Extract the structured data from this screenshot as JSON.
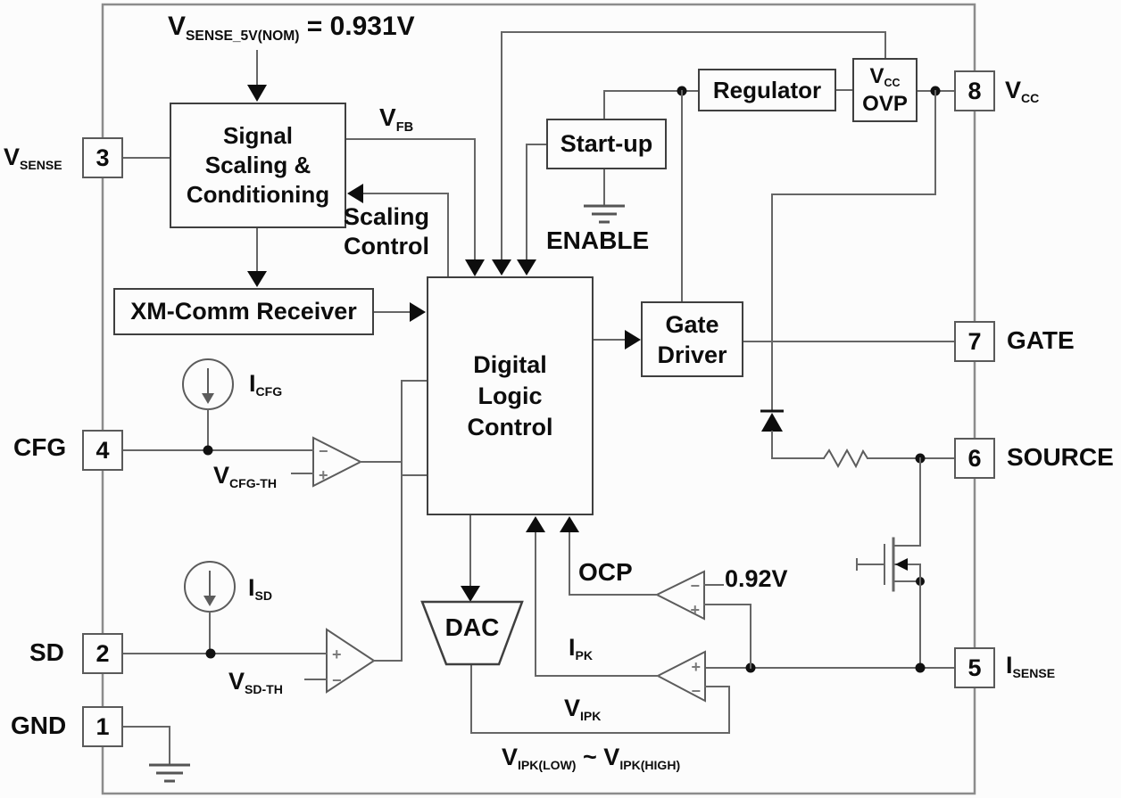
{
  "diagram": {
    "background": "#fcfcfc",
    "wire_color": "#666666",
    "block_border_color": "#3f3f3f",
    "text_color": "#0d0d0d"
  },
  "annotations": {
    "vsense_nom": {
      "main": "V",
      "sub": "SENSE_5V(NOM)",
      "rest": "= 0.931V"
    },
    "vfb": {
      "main": "V",
      "sub": "FB"
    },
    "scaling_control": {
      "line1": "Scaling",
      "line2": "Control"
    },
    "enable": "ENABLE",
    "ocp": "OCP",
    "ocp_ref": "0.92V",
    "ipk": {
      "main": "I",
      "sub": "PK"
    },
    "vipk": {
      "main": "V",
      "sub": "IPK"
    },
    "vipk_range": {
      "main1": "V",
      "sub1": "IPK(LOW)",
      "tilde": "~",
      "main2": "V",
      "sub2": "IPK(HIGH)"
    },
    "icfg": {
      "main": "I",
      "sub": "CFG"
    },
    "vcfg_th": {
      "main": "V",
      "sub": "CFG-TH"
    },
    "isd": {
      "main": "I",
      "sub": "SD"
    },
    "vsd_th": {
      "main": "V",
      "sub": "SD-TH"
    }
  },
  "blocks": {
    "signal_scaling": {
      "line1": "Signal",
      "line2": "Scaling &",
      "line3": "Conditioning"
    },
    "xm_comm": "XM-Comm Receiver",
    "dlc": {
      "line1": "Digital",
      "line2": "Logic",
      "line3": "Control"
    },
    "gate_driver": {
      "line1": "Gate",
      "line2": "Driver"
    },
    "startup": "Start-up",
    "regulator": "Regulator",
    "vcc_ovp": {
      "main": "V",
      "sub": "CC",
      "line2": "OVP"
    },
    "dac": "DAC"
  },
  "pins": {
    "p8": {
      "number": "8",
      "name": "V",
      "name_sub": "CC"
    },
    "p7": {
      "number": "7",
      "name": "GATE",
      "name_sub": ""
    },
    "p6": {
      "number": "6",
      "name": "SOURCE",
      "name_sub": ""
    },
    "p5": {
      "number": "5",
      "name": "I",
      "name_sub": "SENSE"
    },
    "p3": {
      "number": "3",
      "name": "V",
      "name_sub": "SENSE"
    },
    "p4": {
      "number": "4",
      "name": "CFG",
      "name_sub": ""
    },
    "p2": {
      "number": "2",
      "name": "SD",
      "name_sub": ""
    },
    "p1": {
      "number": "1",
      "name": "GND",
      "name_sub": ""
    }
  },
  "comparators": {
    "cfg": {
      "top": "−",
      "bottom": "+"
    },
    "sd": {
      "top": "+",
      "bottom": "−"
    },
    "ocp": {
      "top": "−",
      "bottom": "+"
    },
    "ipk": {
      "top": "+",
      "bottom": "−"
    }
  }
}
